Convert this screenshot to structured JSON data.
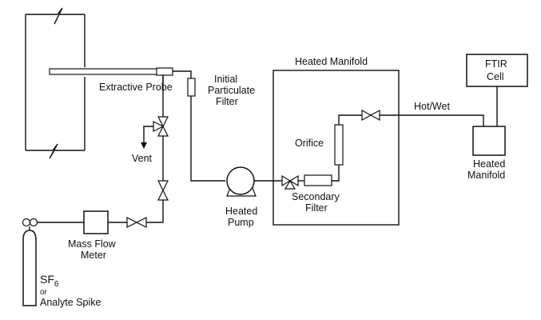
{
  "labels": {
    "extractive_probe": "Extractive Probe",
    "initial_filter_l1": "Initial",
    "initial_filter_l2": "Particulate",
    "initial_filter_l3": "Filter",
    "vent": "Vent",
    "heated_pump_l1": "Heated",
    "heated_pump_l2": "Pump",
    "heated_manifold_main": "Heated Manifold",
    "orifice": "Orifice",
    "secondary_filter_l1": "Secondary",
    "secondary_filter_l2": "Filter",
    "hot_wet": "Hot/Wet",
    "ftir_l1": "FTIR",
    "ftir_l2": "Cell",
    "small_manifold_l1": "Heated",
    "small_manifold_l2": "Manifold",
    "mass_flow_l1": "Mass Flow",
    "mass_flow_l2": "Meter",
    "cylinder_sf": "SF",
    "cylinder_sub": "6",
    "cylinder_or": "or",
    "cylinder_spike": "Analyte Spike"
  }
}
